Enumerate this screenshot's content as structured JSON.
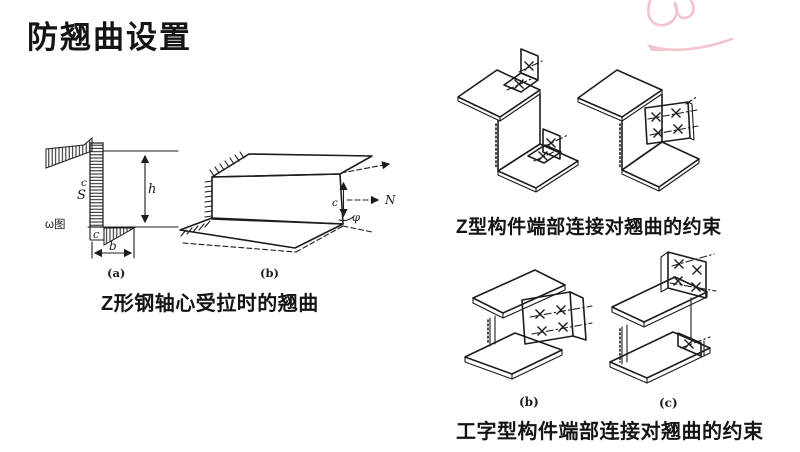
{
  "slide": {
    "title": "防翘曲设置"
  },
  "figures": {
    "z_section_warping": {
      "caption": "Z形钢轴心受拉时的翘曲",
      "labels": {
        "fig_a": "(a)",
        "fig_b": "(b)",
        "h": "h",
        "b": "b",
        "c_box": "c",
        "c_left": "c",
        "s": "S",
        "omega": "ω图",
        "c_3d": "c",
        "phi": "φ",
        "n": "N"
      }
    },
    "z_end_connection": {
      "caption": "Z型构件端部连接对翘曲的约束"
    },
    "i_end_connection": {
      "caption": "工字型构件端部连接对翘曲的约束",
      "labels": {
        "fig_b": "(b)",
        "fig_c": "(c)"
      }
    }
  },
  "colors": {
    "ink": "#1c1c1c",
    "watermark_pink": "#f2c4cc",
    "background": "#ffffff"
  }
}
